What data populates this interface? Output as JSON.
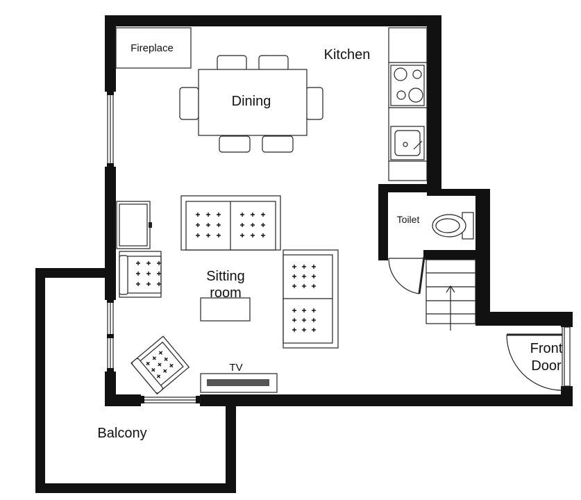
{
  "labels": {
    "fireplace": "Fireplace",
    "kitchen": "Kitchen",
    "dining": "Dining",
    "toilet": "Toilet",
    "sitting_line1": "Sitting",
    "sitting_line2": "room",
    "front_line1": "Front",
    "front_line2": "Door",
    "tv": "TV",
    "balcony": "Balcony"
  },
  "colors": {
    "wall": "#111111",
    "line": "#222222",
    "tv_screen": "#555555"
  }
}
